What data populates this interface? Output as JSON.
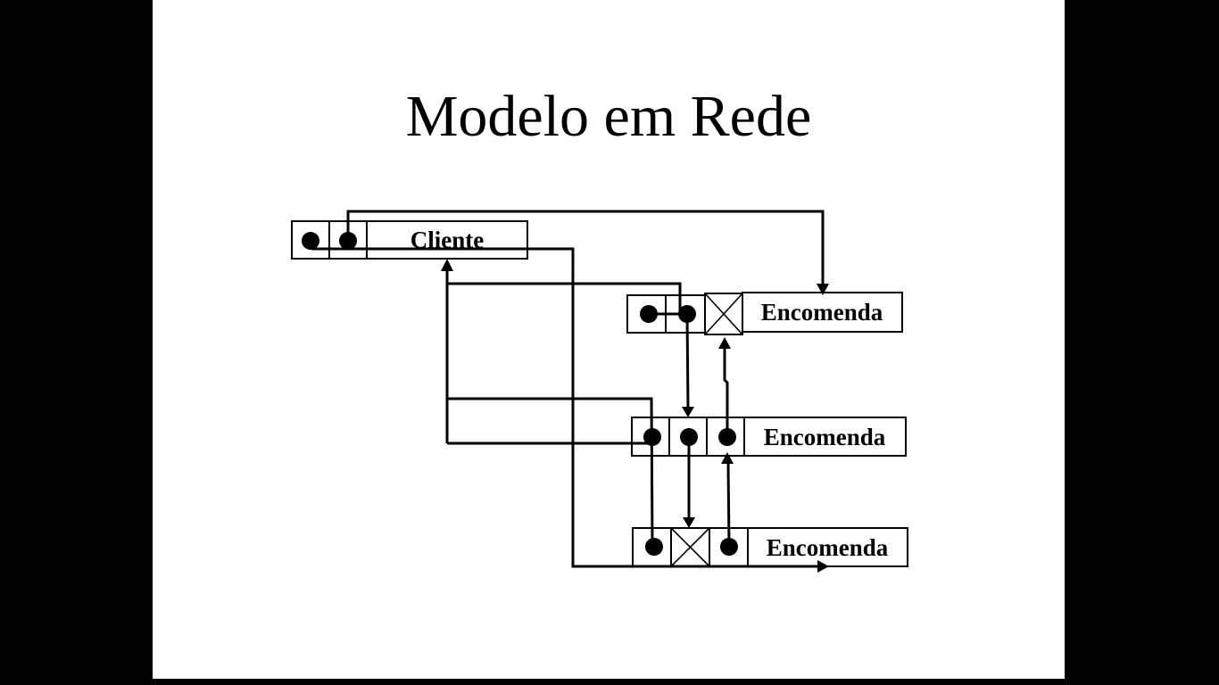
{
  "slide": {
    "title": "Modelo em Rede",
    "records": [
      {
        "id": "cliente",
        "label": "Cliente",
        "cells": [
          "pointer",
          "pointer"
        ]
      },
      {
        "id": "encomenda-1",
        "label": "Encomenda",
        "cells": [
          "pointer",
          "pointer",
          "null"
        ]
      },
      {
        "id": "encomenda-2",
        "label": "Encomenda",
        "cells": [
          "pointer",
          "pointer",
          "pointer"
        ]
      },
      {
        "id": "encomenda-3",
        "label": "Encomenda",
        "cells": [
          "pointer",
          "null",
          "pointer"
        ]
      }
    ],
    "links": [
      {
        "from": "cliente",
        "to": "encomenda-1",
        "kind": "first-member"
      },
      {
        "from": "cliente",
        "to": "encomenda-3",
        "kind": "last-member"
      },
      {
        "from": "encomenda-1",
        "to": "encomenda-2",
        "kind": "next"
      },
      {
        "from": "encomenda-2",
        "to": "encomenda-1",
        "kind": "prior"
      },
      {
        "from": "encomenda-2",
        "to": "encomenda-3",
        "kind": "next"
      },
      {
        "from": "encomenda-3",
        "to": "encomenda-2",
        "kind": "prior"
      },
      {
        "from": "encomenda-1",
        "to": "cliente",
        "kind": "owner"
      },
      {
        "from": "encomenda-2",
        "to": "cliente",
        "kind": "owner"
      },
      {
        "from": "encomenda-3",
        "to": "cliente",
        "kind": "owner"
      }
    ],
    "icons": {
      "pointer_dot": "filled-circle",
      "null_pointer": "boxed-x",
      "arrowhead": "filled-triangle"
    },
    "colors": {
      "canvas_bg": "#000000",
      "slide_bg": "#ffffff",
      "ink": "#000000"
    }
  }
}
